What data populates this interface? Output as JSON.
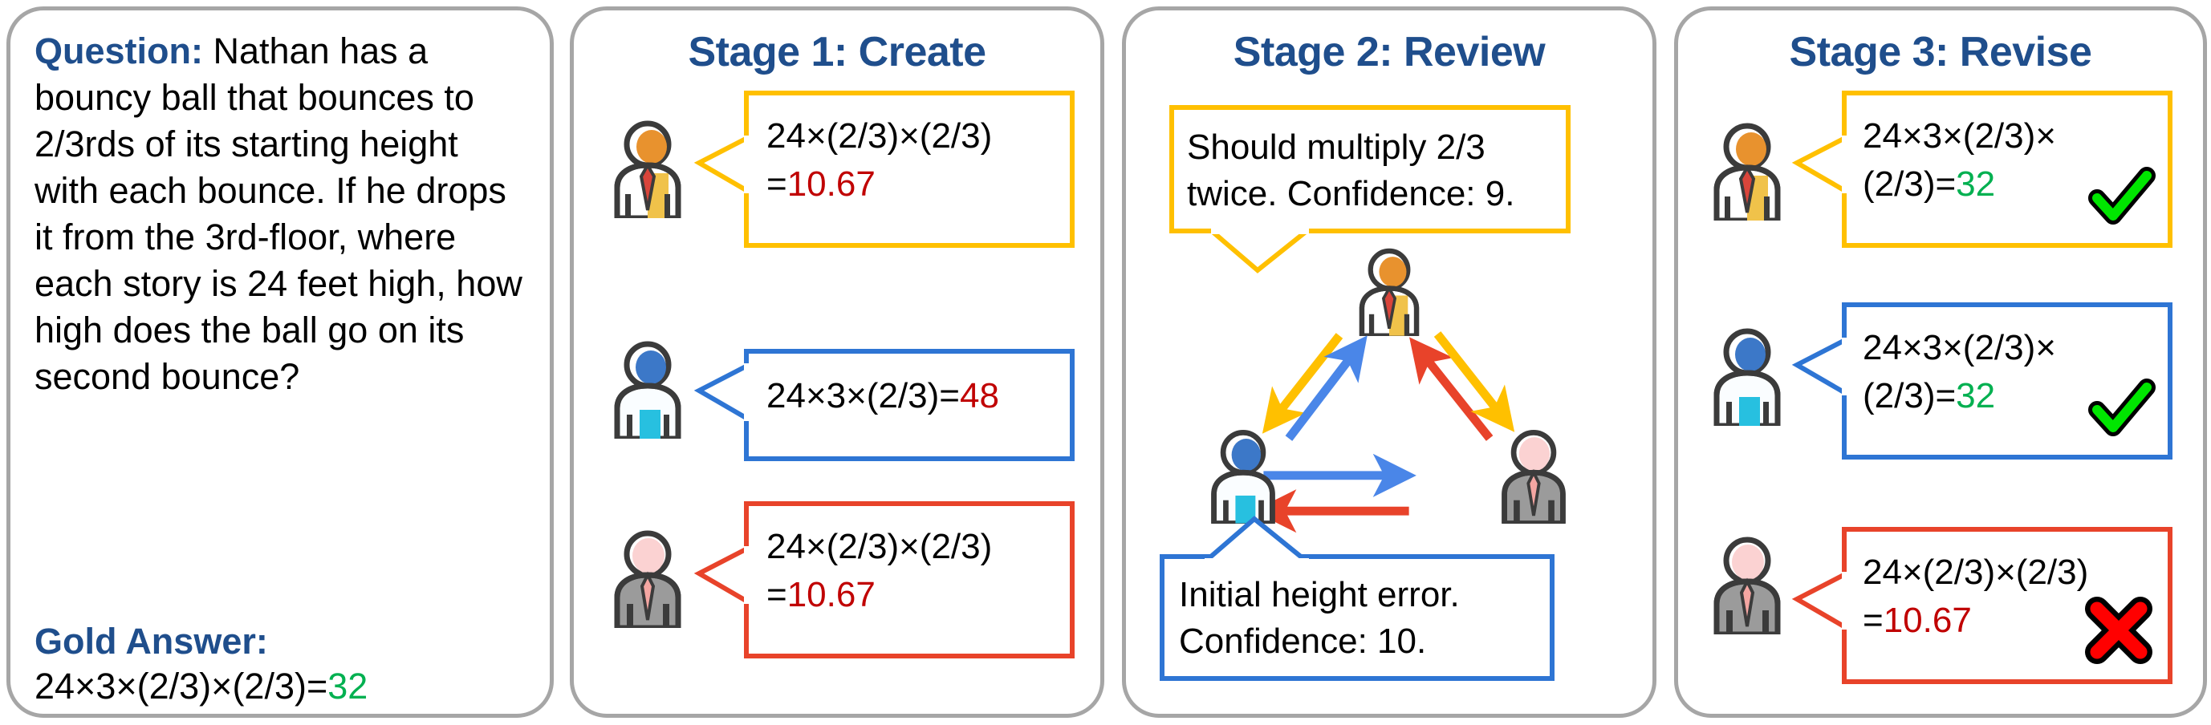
{
  "colors": {
    "panel_border": "#a6a6a6",
    "title_blue": "#1f4e8c",
    "agent_yellow": "#ffc000",
    "agent_blue": "#2e75d4",
    "agent_red": "#e8432a",
    "wrong_answer_red": "#c00000",
    "correct_answer_green": "#00b050",
    "check_green": "#00e600",
    "cross_red": "#ff0000"
  },
  "question_panel": {
    "question_label": "Question:",
    "question_text": " Nathan has a bouncy ball that bounces to 2/3rds of its starting height with each bounce. If he drops it from the 3rd-floor, where each story is 24 feet high, how high does the ball go on its second bounce?",
    "gold_label": "Gold Answer:",
    "gold_expression": "24×3×(2/3)×(2/3)=",
    "gold_value": "32"
  },
  "stage1": {
    "title": "Stage 1: Create",
    "agents": [
      {
        "agent": "yellow-agent",
        "avatar": "person-orange-tie",
        "line1": "24×(2/3)×(2/3)",
        "line2_prefix": "=",
        "line2_value": "10.67",
        "value_status": "incorrect"
      },
      {
        "agent": "blue-agent",
        "avatar": "person-blue-plain",
        "line1_prefix": "24×3×(2/3)=",
        "line1_value": "48",
        "value_status": "incorrect"
      },
      {
        "agent": "red-agent",
        "avatar": "person-pink-grey-suit",
        "line1": "24×(2/3)×(2/3)",
        "line2_prefix": "=",
        "line2_value": "10.67",
        "value_status": "incorrect"
      }
    ]
  },
  "stage2": {
    "title": "Stage 2: Review",
    "top_bubble": {
      "agent": "yellow-agent",
      "line1": "Should multiply 2/3",
      "line2": "twice. Confidence: 9."
    },
    "bottom_bubble": {
      "agent": "blue-agent",
      "line1": "Initial height error.",
      "line2": "Confidence: 10."
    },
    "avatars": [
      {
        "name": "person-orange-tie",
        "position": "top"
      },
      {
        "name": "person-blue-plain",
        "position": "bottom-left"
      },
      {
        "name": "person-pink-grey-suit",
        "position": "bottom-right"
      }
    ],
    "arrows": [
      {
        "name": "yellow-down-left",
        "color": "#ffc000"
      },
      {
        "name": "blue-up-right",
        "color": "#4a86e8"
      },
      {
        "name": "red-up-left",
        "color": "#e8432a"
      },
      {
        "name": "yellow-down-right",
        "color": "#ffc000"
      },
      {
        "name": "blue-right",
        "color": "#4a86e8"
      },
      {
        "name": "red-left",
        "color": "#e8432a"
      }
    ]
  },
  "stage3": {
    "title": "Stage 3: Revise",
    "agents": [
      {
        "agent": "yellow-agent",
        "avatar": "person-orange-tie",
        "line1": "24×3×(2/3)×",
        "line2_prefix": "(2/3)=",
        "line2_value": "32",
        "value_status": "correct",
        "mark": "check-mark-icon"
      },
      {
        "agent": "blue-agent",
        "avatar": "person-blue-plain",
        "line1": "24×3×(2/3)×",
        "line2_prefix": "(2/3)=",
        "line2_value": "32",
        "value_status": "correct",
        "mark": "check-mark-icon"
      },
      {
        "agent": "red-agent",
        "avatar": "person-pink-grey-suit",
        "line1": "24×(2/3)×(2/3)",
        "line2_prefix": "=",
        "line2_value": "10.67",
        "value_status": "incorrect",
        "mark": "cross-mark-icon"
      }
    ]
  }
}
